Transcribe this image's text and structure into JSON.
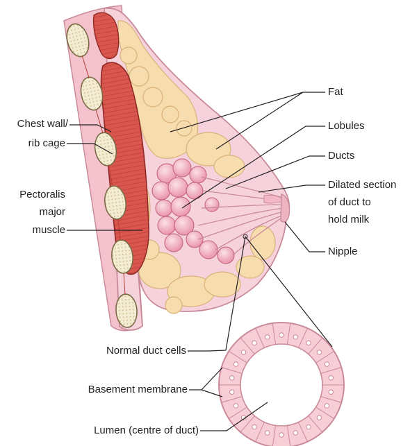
{
  "labels": {
    "fat": "Fat",
    "lobules": "Lobules",
    "ducts": "Ducts",
    "dilated_line1": "Dilated section",
    "dilated_line2": "of duct to",
    "dilated_line3": "hold milk",
    "nipple": "Nipple",
    "chest_wall_line1": "Chest wall/",
    "chest_wall_line2": "rib cage",
    "pectoralis_line1": "Pectoralis",
    "pectoralis_line2": "major",
    "pectoralis_line3": "muscle",
    "normal_duct_cells": "Normal duct cells",
    "basement_membrane": "Basement membrane",
    "lumen": "Lumen (centre of duct)"
  },
  "colors": {
    "skin": "#f6d3dc",
    "skin_outline": "#c98a99",
    "fat": "#f7dcae",
    "fat_outline": "#d9b27a",
    "muscle": "#d9564f",
    "muscle_outline": "#8f2a25",
    "rib": "#f4ecd2",
    "lobule": "#f2a9bd",
    "duct_cell": "#f7cdd6",
    "leader": "#231f20"
  }
}
